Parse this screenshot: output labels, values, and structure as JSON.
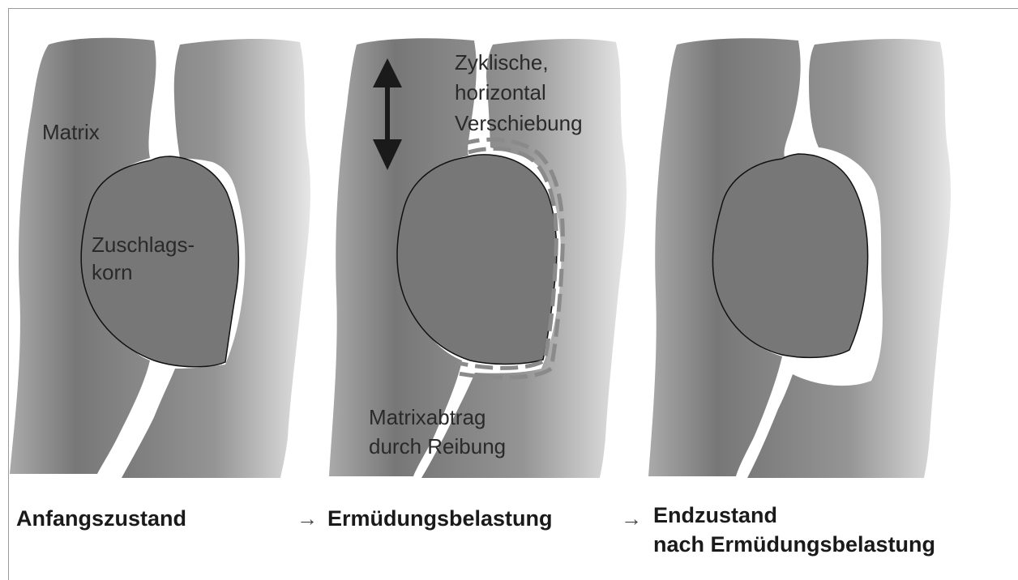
{
  "panels": [
    {
      "labels": {
        "matrix": "Matrix",
        "grain_line1": "Zuschlags-",
        "grain_line2": "korn"
      },
      "caption": "Anfangszustand"
    },
    {
      "labels": {
        "annotation_top_line1": "Zyklische,",
        "annotation_top_line2": "horizontal",
        "annotation_top_line3": "Verschiebung",
        "annotation_bottom_line1": "Matrixabtrag",
        "annotation_bottom_line2": "durch Reibung"
      },
      "caption": "Ermüdungsbelastung"
    },
    {
      "caption_line1": "Endzustand",
      "caption_line2": "nach Ermüdungsbelastung"
    }
  ],
  "arrow_glyph": "→",
  "colors": {
    "matrix_dark": "#787878",
    "matrix_light": "#e0e0e0",
    "grain": "#777777",
    "dashes": "#8a8a8a"
  }
}
